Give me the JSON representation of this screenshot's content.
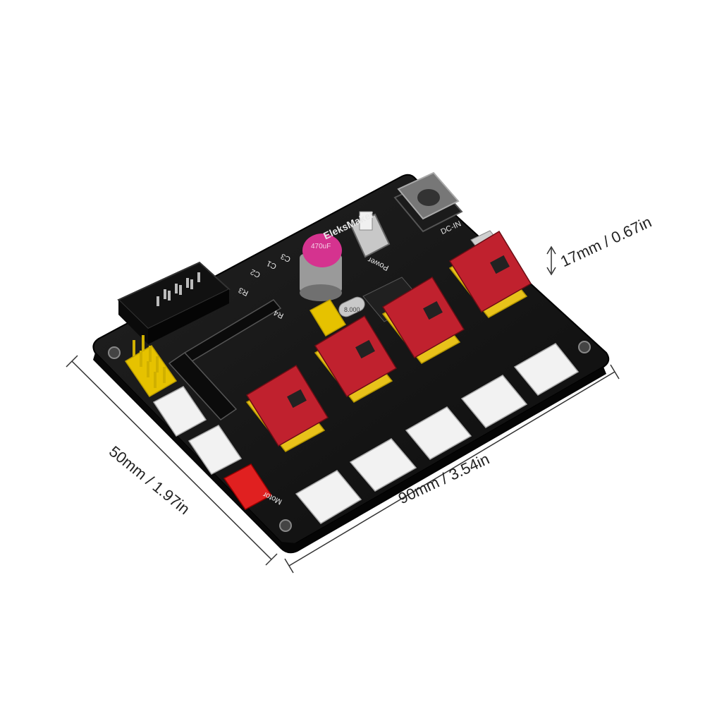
{
  "product": {
    "brand_text": "EleksMaker",
    "silkscreen": {
      "power": "Power",
      "dc_in": "DC-IN",
      "motor": "Motor",
      "c1": "C1",
      "c2": "C2",
      "c3": "C3",
      "r3": "R3",
      "r4": "R4",
      "capacitor": "470uF",
      "crystal": "8.000"
    }
  },
  "dimensions": {
    "length": "90mm / 3.54in",
    "width": "50mm / 1.97in",
    "height": "17mm / 0.67in"
  },
  "colors": {
    "background": "#ffffff",
    "pcb": "#161616",
    "driver_red": "#c0212e",
    "heatsink_yellow": "#e8c21a",
    "connector_white": "#f2f2f2",
    "motor_connector_red": "#e02020",
    "header_yellow": "#e6c200"
  }
}
